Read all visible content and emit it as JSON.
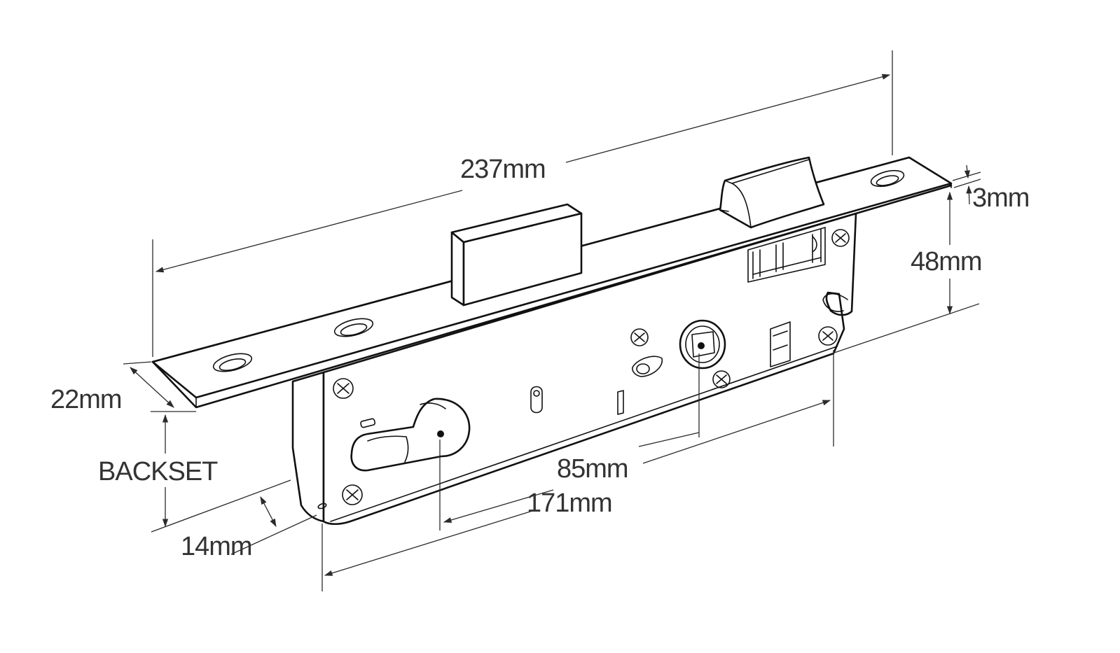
{
  "dimensions": {
    "length": "237mm",
    "faceplate_thickness": "3mm",
    "faceplate_width": "22mm",
    "body_height": "48mm",
    "backset": "BACKSET",
    "body_depth": "14mm",
    "center_distance": "85mm",
    "body_length": "171mm"
  },
  "colors": {
    "line": "#111111",
    "dimension_text": "#333333",
    "background": "#ffffff"
  }
}
